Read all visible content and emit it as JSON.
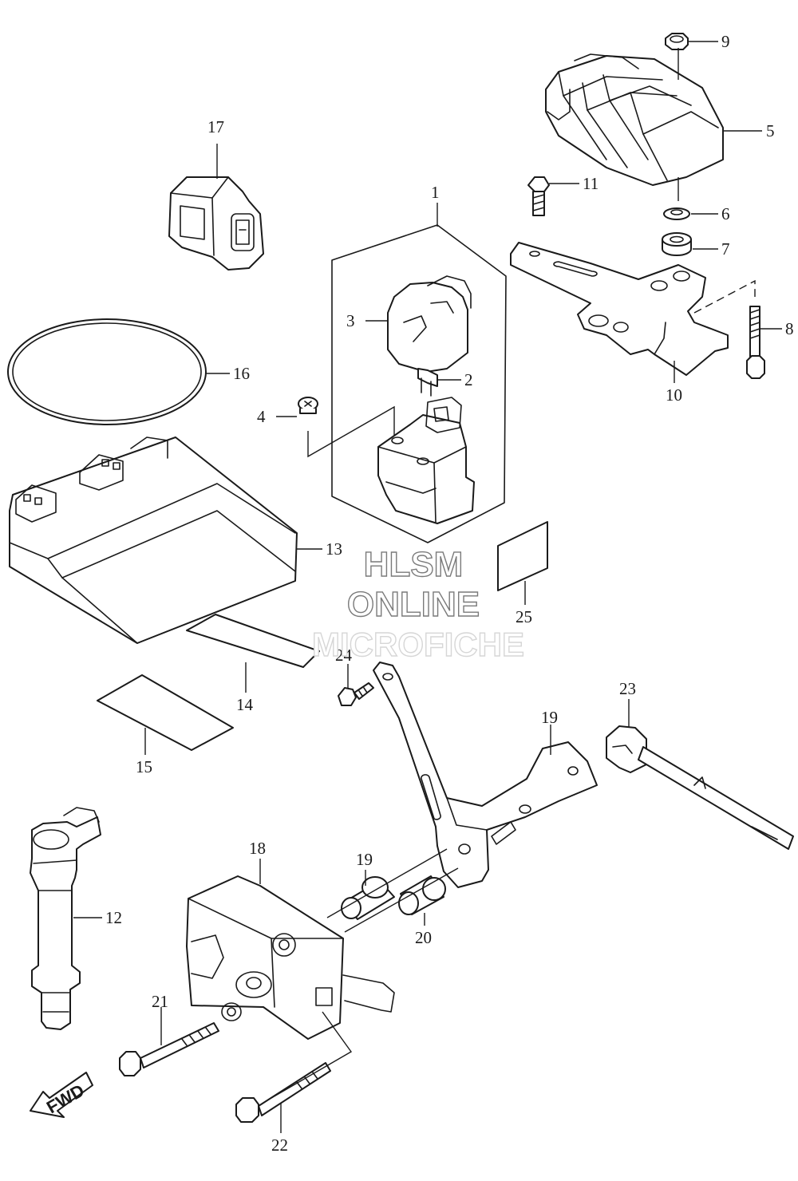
{
  "callouts": {
    "c1": "1",
    "c2": "2",
    "c3": "3",
    "c4": "4",
    "c5": "5",
    "c6": "6",
    "c7": "7",
    "c8": "8",
    "c9": "9",
    "c10": "10",
    "c11": "11",
    "c12": "12",
    "c13": "13",
    "c14": "14",
    "c15": "15",
    "c16": "16",
    "c17": "17",
    "c18": "18",
    "c19a": "19",
    "c19b": "19",
    "c20": "20",
    "c21": "21",
    "c22": "22",
    "c23": "23",
    "c24": "24",
    "c25": "25"
  },
  "watermark": {
    "line1": "HLSM",
    "line2": "ONLINE",
    "line3": "MICROFICHE"
  },
  "direction_arrow": {
    "label": "FWD",
    "icon": "fwd-arrow-icon"
  },
  "colors": {
    "line": "#1a1a1a",
    "watermark_outline": "#7a7a7a",
    "background": "#ffffff"
  }
}
